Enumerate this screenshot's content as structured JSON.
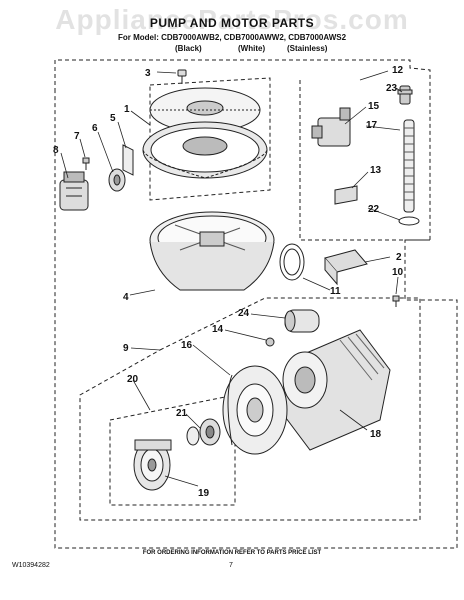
{
  "watermark": "AppliancePartsPros.com",
  "header": {
    "title": "PUMP AND MOTOR PARTS",
    "models": "For Model: CDB7000AWB2, CDB7000AWW2, CDB7000AWS2",
    "variants": [
      "(Black)",
      "(White)",
      "(Stainless)"
    ]
  },
  "callouts": [
    "1",
    "2",
    "3",
    "4",
    "5",
    "6",
    "7",
    "8",
    "9",
    "10",
    "11",
    "12",
    "13",
    "14",
    "15",
    "16",
    "17",
    "18",
    "19",
    "20",
    "21",
    "22",
    "23",
    "24"
  ],
  "footer": {
    "note": "FOR ORDERING INFORMATION REFER TO PARTS PRICE LIST",
    "doc_number": "W10394282",
    "page_number": "7"
  }
}
